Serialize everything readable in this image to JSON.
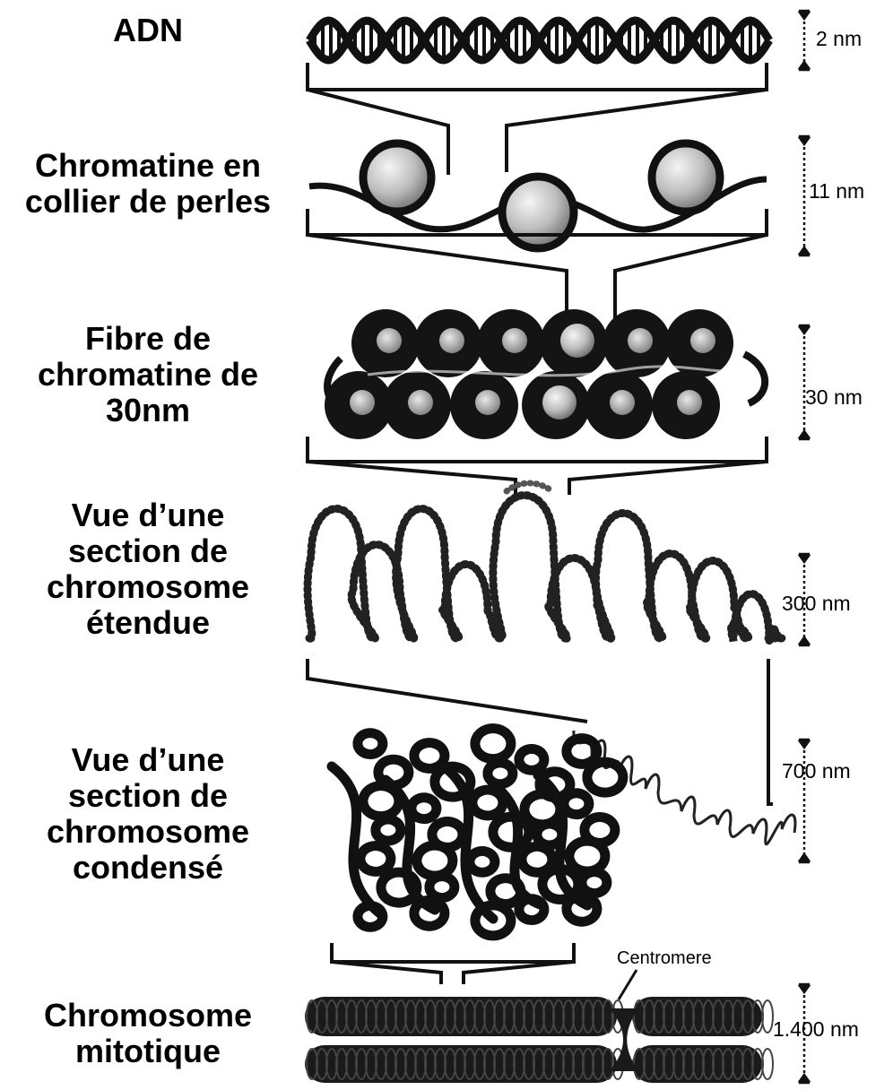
{
  "levels": [
    {
      "id": "adn",
      "label_lines": [
        "ADN"
      ],
      "size": "2 nm"
    },
    {
      "id": "beads",
      "label_lines": [
        "Chromatine en",
        "collier de perles"
      ],
      "size": "11 nm"
    },
    {
      "id": "fiber",
      "label_lines": [
        "Fibre de",
        "chromatine de",
        "30nm"
      ],
      "size": "30 nm"
    },
    {
      "id": "extended",
      "label_lines": [
        "Vue d’une",
        "section de",
        "chromosome",
        "étendue"
      ],
      "size": "300 nm"
    },
    {
      "id": "condensed",
      "label_lines": [
        "Vue d’une",
        "section de",
        "chromosome",
        "condensé"
      ],
      "size": "700 nm"
    },
    {
      "id": "mitotic",
      "label_lines": [
        "Chromosome",
        "mitotique"
      ],
      "size": "1.400 nm"
    }
  ],
  "annotations": {
    "centromere": "Centromere"
  },
  "colors": {
    "ink": "#111111",
    "bead_light": "#e6e6e6",
    "bead_dark": "#8a8a8a",
    "background": "#ffffff"
  }
}
